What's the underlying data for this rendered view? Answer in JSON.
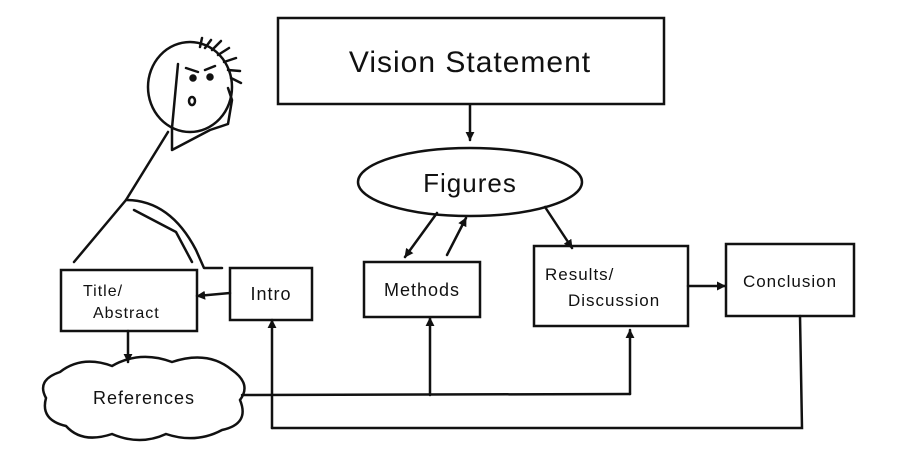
{
  "diagram": {
    "nodes": {
      "vision": {
        "label": "Vision Statement"
      },
      "figures": {
        "label": "Figures"
      },
      "methods": {
        "label": "Methods"
      },
      "results": {
        "line1": "Results/",
        "line2": "Discussion"
      },
      "conclusion": {
        "label": "Conclusion"
      },
      "intro": {
        "label": "Intro"
      },
      "title_abstract": {
        "line1": "Title/",
        "line2": "Abstract"
      },
      "references": {
        "label": "References"
      }
    },
    "colors": {
      "ink": "#111111",
      "paper": "#ffffff"
    }
  }
}
